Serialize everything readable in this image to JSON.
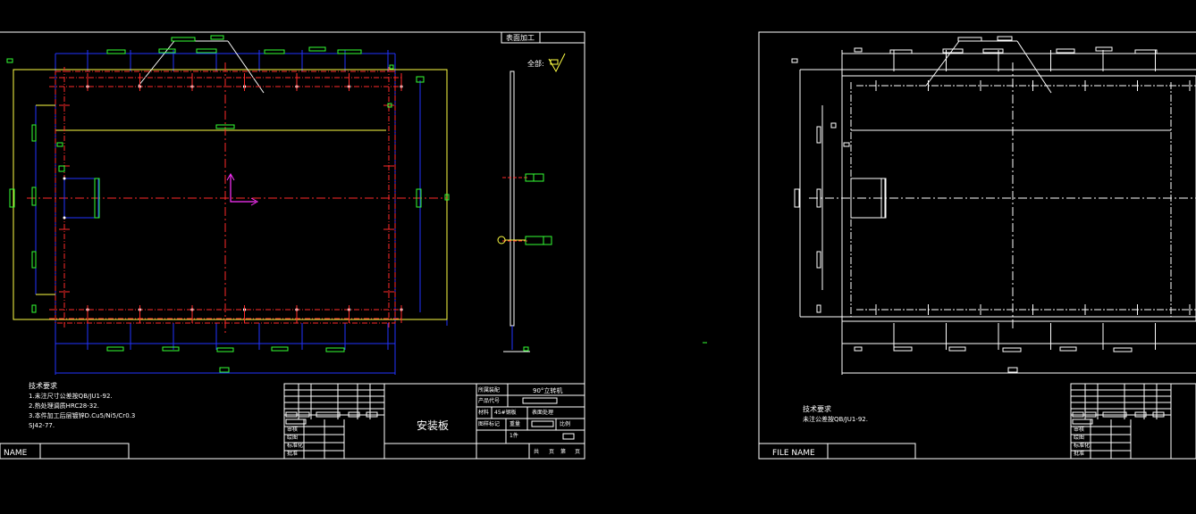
{
  "app": {
    "title": ""
  },
  "left_sheet": {
    "surface_treatment": "表面加工",
    "all_label": "全部:",
    "part_name": "安装板",
    "assembly_label": "所属装配",
    "assembly_value": "90°立转机",
    "product_code_label": "产品代号",
    "material_label": "材料",
    "material_value": "45#钢板",
    "surface_label": "表面处理",
    "mark_label": "图样标记",
    "weight_label": "重量",
    "scale_label": "比例",
    "quantity_value": "1件",
    "sheet_label": "共",
    "sheet_page_label": "页",
    "sheet_of_label": "第",
    "sheet_page2_label": "页",
    "audit_label": "审核",
    "drawn_label": "绘图",
    "standard_label": "标准化",
    "approve_label": "批准",
    "name_label": "NAME",
    "tech_req": {
      "title": "技术要求",
      "lines": [
        "1.未注尺寸公差按QB/JU1-92.",
        "2.热处理调质HRC28-32.",
        "3.本件加工后层镀锌D.Cu5/Ni5/Cr0.3",
        "SJ42-77."
      ]
    }
  },
  "right_sheet": {
    "file_name_label": "FILE NAME",
    "audit_label": "审核",
    "drawn_label": "绘图",
    "standard_label": "标准化",
    "approve_label": "批准",
    "tech_req": {
      "title": "技术要求",
      "lines": [
        "未注公差按QB/JU1-92."
      ]
    }
  },
  "colors": {
    "background": "#000000",
    "frame": "#ffffff",
    "red": "#ff2a2a",
    "blue": "#2233ff",
    "green": "#33ff33",
    "yellow": "#ffff44",
    "magenta": "#ff33ff",
    "white": "#ffffff"
  }
}
